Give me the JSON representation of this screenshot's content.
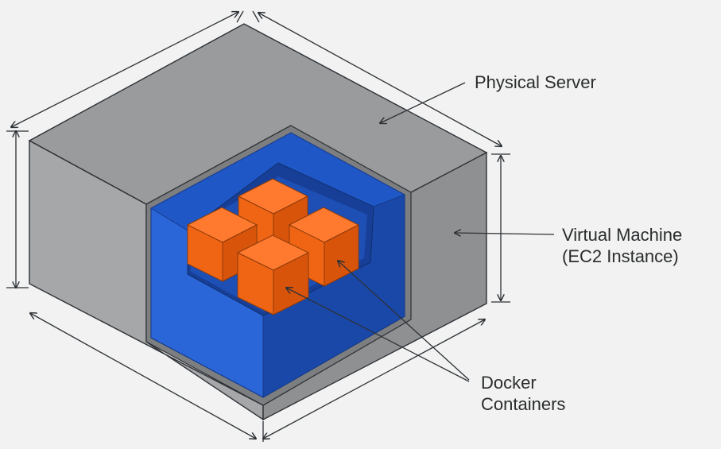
{
  "labels": {
    "physical_server": "Physical Server",
    "virtual_machine_line1": "Virtual Machine",
    "virtual_machine_line2": "(EC2 Instance)",
    "docker_line1": "Docker",
    "docker_line2": "Containers"
  },
  "colors": {
    "background": "#f1f2f1",
    "server_top": "#9a9b9c",
    "server_left": "#a6a7a8",
    "server_right": "#8f9091",
    "vm_blue": "#1f57c7",
    "vm_blue_dark": "#1a48a9",
    "vm_blue_light": "#2a66d8",
    "container_top": "#ff7a2e",
    "container_left": "#f06514",
    "container_right": "#d9540b",
    "outline": "#2d3136"
  }
}
